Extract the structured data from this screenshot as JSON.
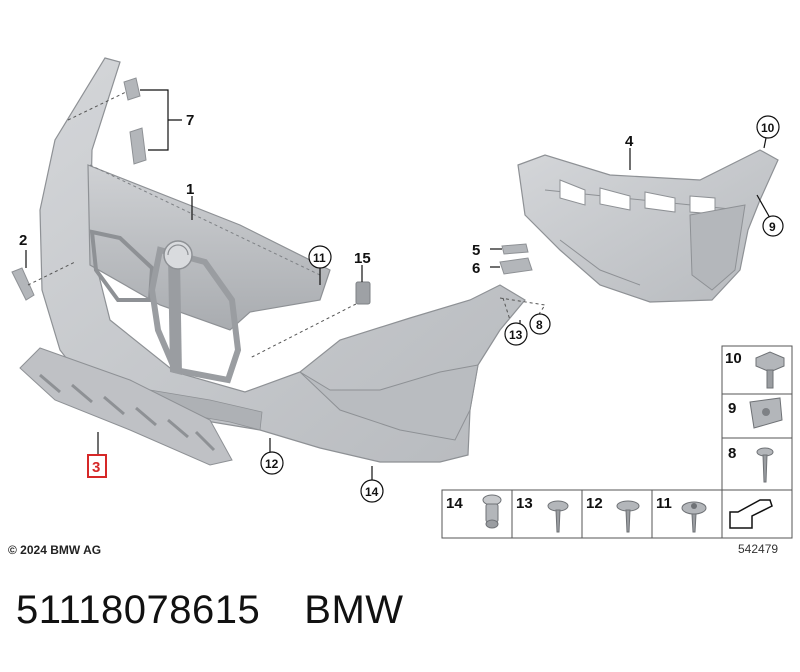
{
  "callouts": {
    "c1": "1",
    "c2": "2",
    "c3": "3",
    "c4": "4",
    "c5": "5",
    "c6": "6",
    "c7": "7",
    "c8": "8",
    "c9": "9",
    "c10": "10",
    "c11": "11",
    "c12": "12",
    "c13": "13",
    "c14": "14",
    "c15": "15"
  },
  "legend": {
    "row_side": [
      "10",
      "9",
      "8"
    ],
    "row_bottom": [
      "14",
      "13",
      "12",
      "11"
    ]
  },
  "copyright": "© 2024 BMW AG",
  "drawing_id": "542479",
  "part_number": "51118078615",
  "brand": "BMW",
  "colors": {
    "part_fill": "#c8cacd",
    "part_edge": "#8e9195",
    "highlight_box": "#d62828"
  }
}
